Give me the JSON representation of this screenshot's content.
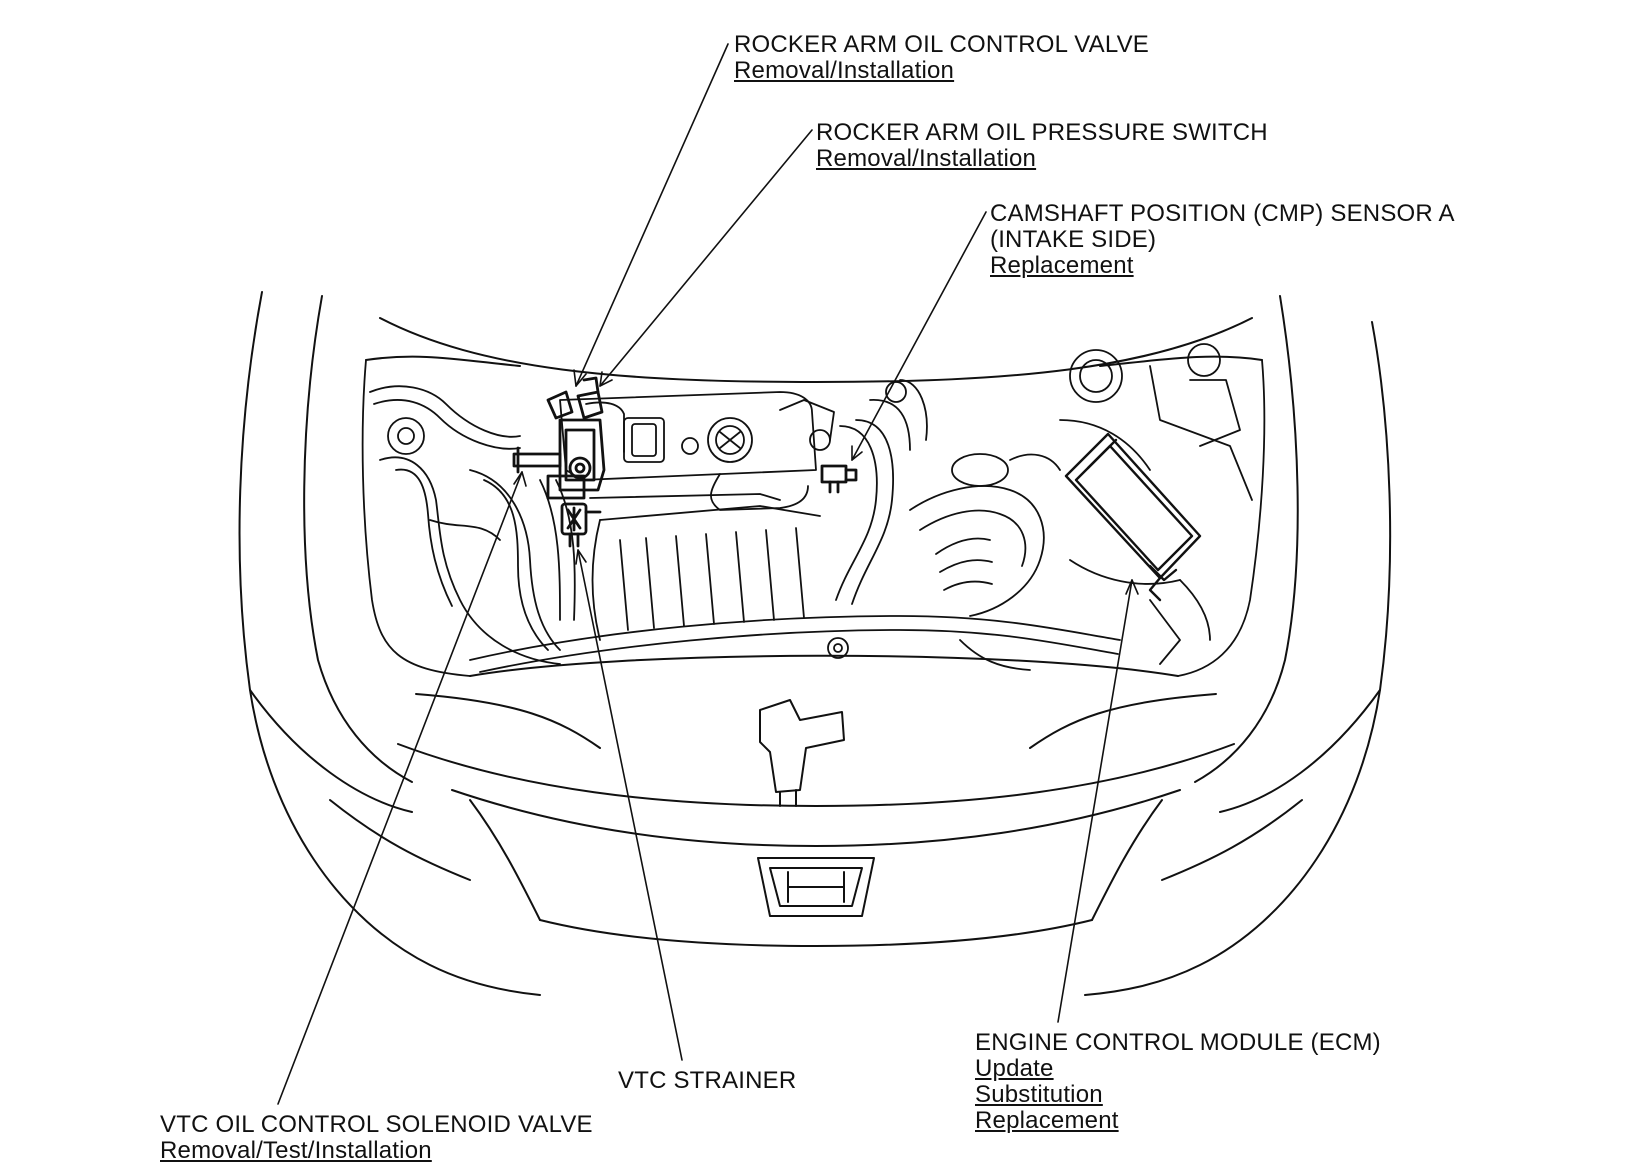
{
  "diagram": {
    "line_color": "#111111",
    "background": "#ffffff"
  },
  "labels": {
    "rocker_arm_valve": {
      "title": "ROCKER ARM OIL CONTROL VALVE",
      "links": [
        "Removal/Installation"
      ]
    },
    "rocker_arm_switch": {
      "title": "ROCKER ARM OIL PRESSURE SWITCH",
      "links": [
        "Removal/Installation"
      ]
    },
    "cmp_sensor": {
      "title_line1": "CAMSHAFT POSITION (CMP) SENSOR A",
      "title_line2": "(INTAKE SIDE)",
      "links": [
        "Replacement"
      ]
    },
    "ecm": {
      "title": "ENGINE CONTROL MODULE (ECM)",
      "links": [
        "Update",
        "Substitution",
        "Replacement"
      ]
    },
    "vtc_strainer": {
      "title": "VTC STRAINER"
    },
    "vtc_solenoid": {
      "title": "VTC OIL CONTROL SOLENOID VALVE",
      "links": [
        "Removal/Test/Installation"
      ]
    }
  }
}
